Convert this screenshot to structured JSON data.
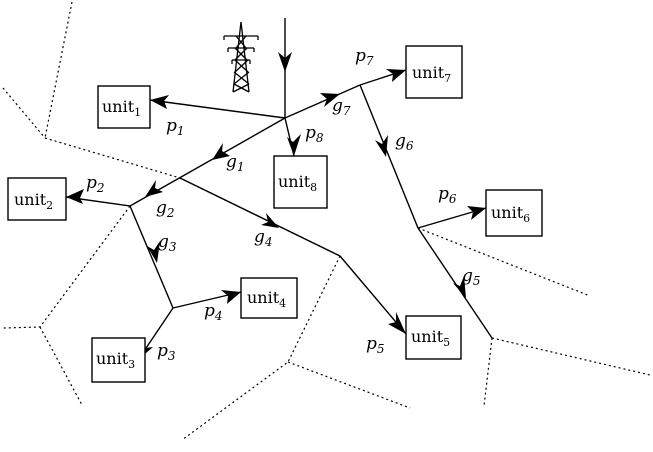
{
  "units": [
    {
      "id": "unit1",
      "base": "unit",
      "sub": "1"
    },
    {
      "id": "unit2",
      "base": "unit",
      "sub": "2"
    },
    {
      "id": "unit3",
      "base": "unit",
      "sub": "3"
    },
    {
      "id": "unit4",
      "base": "unit",
      "sub": "4"
    },
    {
      "id": "unit5",
      "base": "unit",
      "sub": "5"
    },
    {
      "id": "unit6",
      "base": "unit",
      "sub": "6"
    },
    {
      "id": "unit7",
      "base": "unit",
      "sub": "7"
    },
    {
      "id": "unit8",
      "base": "unit",
      "sub": "8"
    }
  ],
  "edge_labels": [
    {
      "id": "p1",
      "base": "p",
      "sub": "1"
    },
    {
      "id": "p2",
      "base": "p",
      "sub": "2"
    },
    {
      "id": "p3",
      "base": "p",
      "sub": "3"
    },
    {
      "id": "p4",
      "base": "p",
      "sub": "4"
    },
    {
      "id": "p5",
      "base": "p",
      "sub": "5"
    },
    {
      "id": "p6",
      "base": "p",
      "sub": "6"
    },
    {
      "id": "p7",
      "base": "p",
      "sub": "7"
    },
    {
      "id": "p8",
      "base": "p",
      "sub": "8"
    },
    {
      "id": "g1",
      "base": "g",
      "sub": "1"
    },
    {
      "id": "g2",
      "base": "g",
      "sub": "2"
    },
    {
      "id": "g3",
      "base": "g",
      "sub": "3"
    },
    {
      "id": "g4",
      "base": "g",
      "sub": "4"
    },
    {
      "id": "g5",
      "base": "g",
      "sub": "5"
    },
    {
      "id": "g6",
      "base": "g",
      "sub": "6"
    },
    {
      "id": "g7",
      "base": "g",
      "sub": "7"
    }
  ],
  "icons": {
    "source": "transmission-tower-icon"
  }
}
